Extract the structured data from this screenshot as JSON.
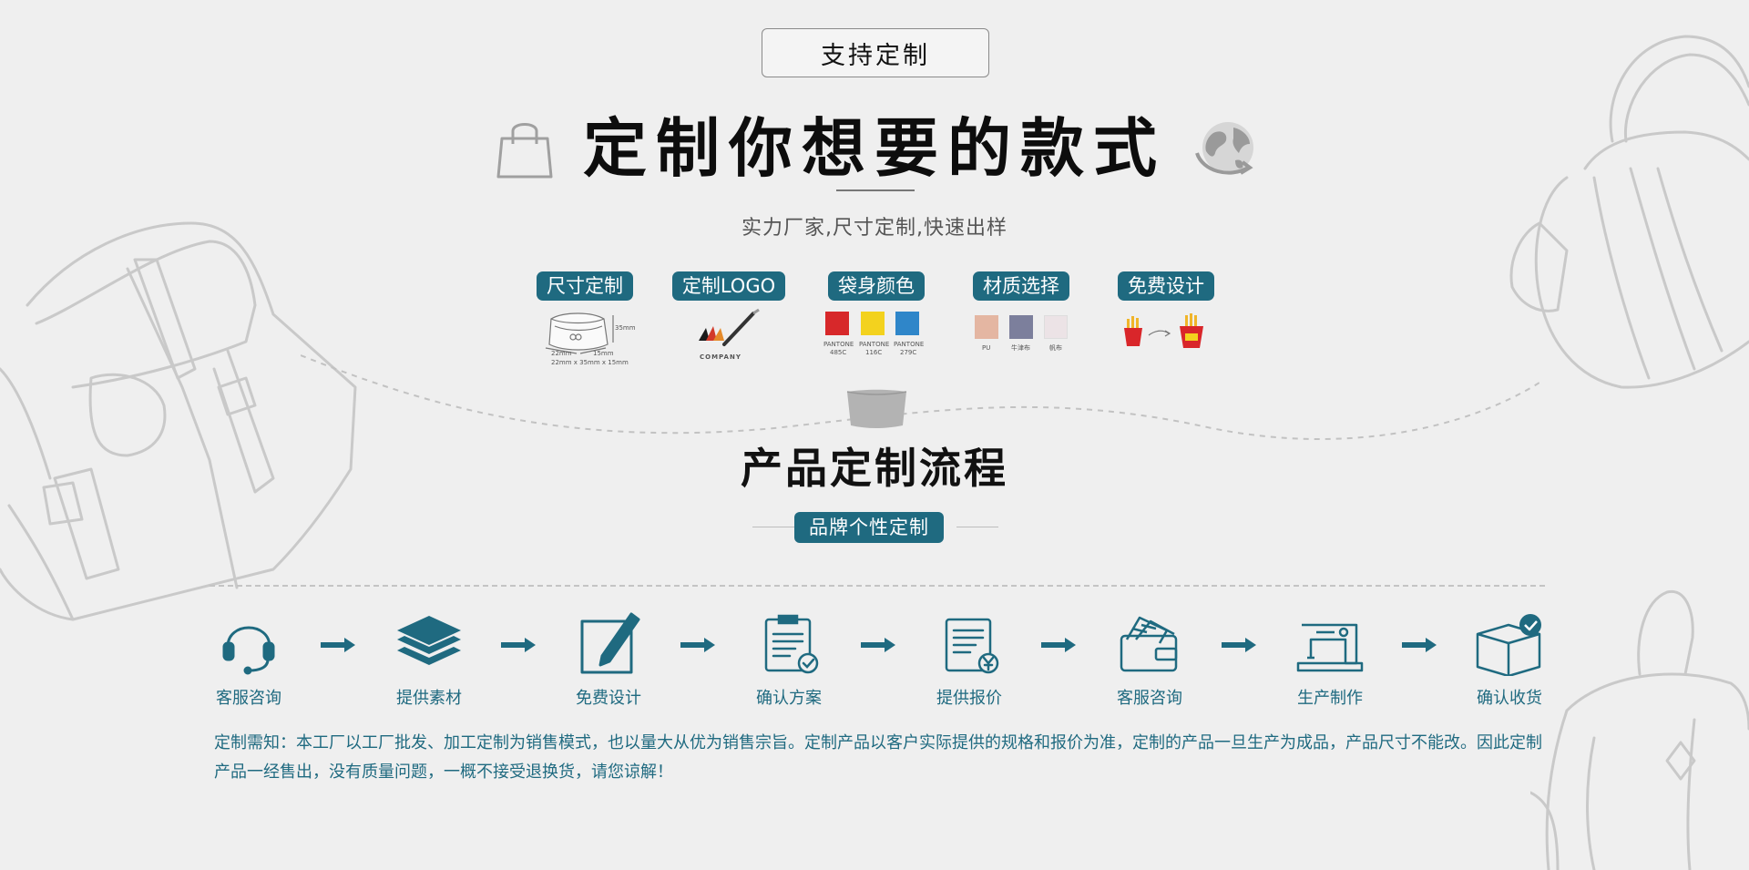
{
  "header": {
    "badge": "支持定制",
    "title": "定制你想要的款式",
    "subtitle": "实力厂家,尺寸定制,快速出样"
  },
  "options": [
    {
      "label": "尺寸定制",
      "icon": "pouch-dimensions-icon",
      "dims": {
        "height": "35mm",
        "depth": "15mm",
        "width": "22mm",
        "caption": "22mm x 35mm x 15mm"
      }
    },
    {
      "label": "定制LOGO",
      "icon": "logo-pen-icon",
      "caption": "COMPANY"
    },
    {
      "label": "袋身颜色",
      "icon": "pantone-swatches-icon",
      "swatches": [
        {
          "color": "#d7282a",
          "name": "PANTONE",
          "code": "485C"
        },
        {
          "color": "#f3d21e",
          "name": "PANTONE",
          "code": "116C"
        },
        {
          "color": "#2f86c9",
          "name": "PANTONE",
          "code": "279C"
        }
      ]
    },
    {
      "label": "材质选择",
      "icon": "material-swatches-icon",
      "materials": [
        {
          "color": "#e4b6a2",
          "name": "PU"
        },
        {
          "color": "#7c7f9c",
          "name": "牛津布"
        },
        {
          "color": "#ece3e6",
          "name": "帆布"
        }
      ]
    },
    {
      "label": "免费设计",
      "icon": "fries-design-icon"
    }
  ],
  "process": {
    "title": "产品定制流程",
    "subtitle": "品牌个性定制",
    "steps": [
      {
        "label": "客服咨询",
        "icon": "headset-icon"
      },
      {
        "label": "提供素材",
        "icon": "layers-icon"
      },
      {
        "label": "免费设计",
        "icon": "pen-edit-icon"
      },
      {
        "label": "确认方案",
        "icon": "clipboard-check-icon"
      },
      {
        "label": "提供报价",
        "icon": "invoice-yen-icon"
      },
      {
        "label": "客服咨询",
        "icon": "wallet-cards-icon"
      },
      {
        "label": "生产制作",
        "icon": "sewing-machine-icon"
      },
      {
        "label": "确认收货",
        "icon": "box-check-icon"
      }
    ]
  },
  "notice": "定制需知：本工厂以工厂批发、加工定制为销售模式，也以量大从优为销售宗旨。定制产品以客户实际提供的规格和报价为准，定制的产品一旦生产为成品，产品尺寸不能改。因此定制产品一经售出，没有质量问题，一概不接受退换货，请您谅解！",
  "colors": {
    "accent": "#1f6a80",
    "background": "#efefef"
  }
}
